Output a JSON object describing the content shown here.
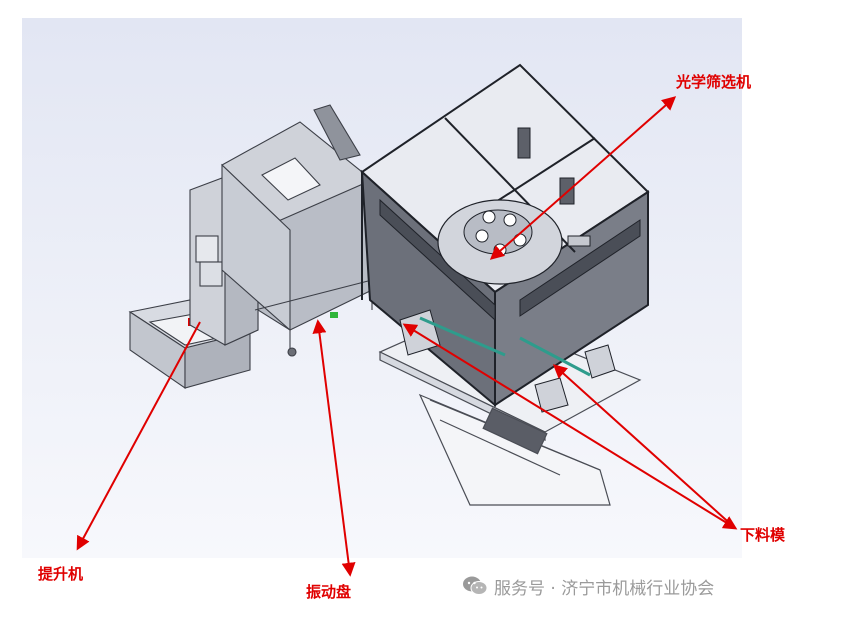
{
  "labels": {
    "optical_screening": "光学筛选机",
    "hoist": "提升机",
    "vibratory_bowl": "振动盘",
    "unloading_module": "下料模"
  },
  "watermark": {
    "icon": "wechat-icon",
    "text": "服务号 · 济宁市机械行业协会"
  },
  "colors": {
    "annotation": "#e00000",
    "background_panel": "#e9ecf6",
    "frame": "#2b2e36"
  }
}
